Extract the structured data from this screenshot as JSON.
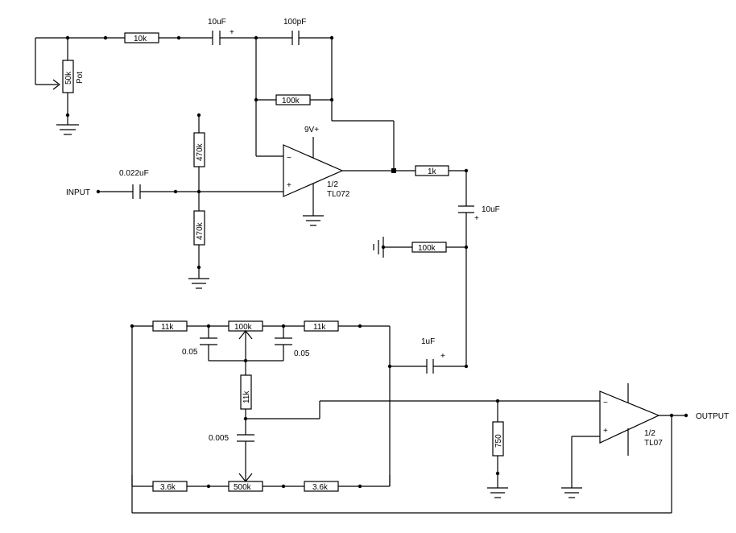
{
  "title": "",
  "labels": {
    "input": "INPUT",
    "output": "OUTPUT",
    "supply": "9V+",
    "opamp1_half": "1/2",
    "opamp1_part": "TL072",
    "opamp2_half": "1/2",
    "opamp2_part": "TL07",
    "pot": "Pot",
    "minus": "−",
    "plus": "+"
  },
  "components": {
    "r_10k": "10k",
    "pot_50k": "50k",
    "c_10uf_top": "10uF",
    "c_100pf": "100pF",
    "r_100k_feedback": "100k",
    "r_470k_top": "470k",
    "r_470k_bottom": "470k",
    "c_0022uf": "0.022uF",
    "r_1k": "1k",
    "c_10uf_out": "10uF",
    "r_100k_bias": "100k",
    "r_11k_left": "11k",
    "pot_100k": "100k",
    "r_11k_right": "11k",
    "c_005_left": "0.05",
    "c_005_right": "0.05",
    "r_11k_vertical": "11k",
    "c_0005": "0.005",
    "r_36k_left": "3.6k",
    "pot_500k": "500k",
    "r_36k_right": "3.6k",
    "c_1uf": "1uF",
    "r_750": "750"
  }
}
